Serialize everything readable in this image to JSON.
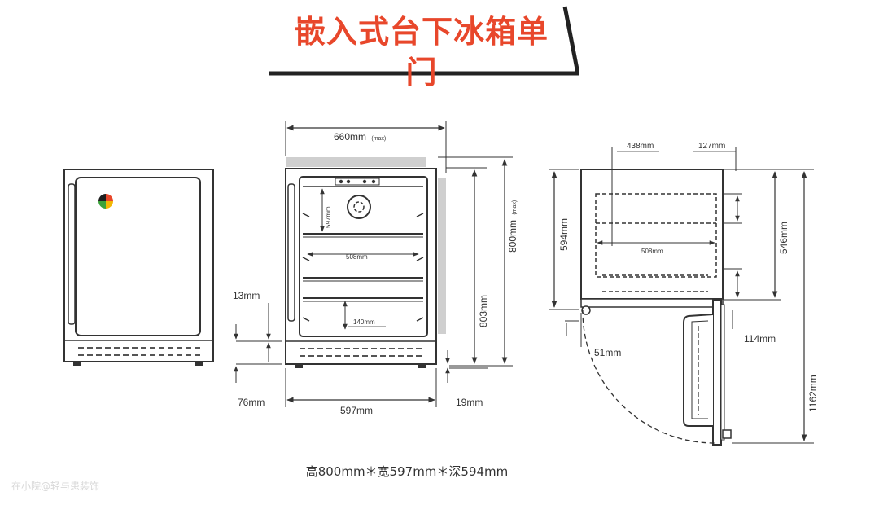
{
  "title": "嵌入式台下冰箱单门",
  "colors": {
    "title_red": "#e8472b",
    "line": "#333333",
    "panel_gray": "#cfcfcf",
    "logo": [
      "#e8472b",
      "#f2b705",
      "#3aa23a",
      "#1e1e1e"
    ]
  },
  "middle_view": {
    "width_max": "660mm",
    "width_max_note": "(max)",
    "height_max": "800mm",
    "height_max_note": "(max)",
    "height": "803mm",
    "interior_height": "597mm",
    "shelf_width": "508mm",
    "shelf_gap": "140mm",
    "width": "597mm",
    "toe_kick": "13mm",
    "base_height": "76mm",
    "foot_height": "19mm"
  },
  "side_view": {
    "top_depth": "438mm",
    "top_clearance": "127mm",
    "cabinet_height": "594mm",
    "inner_height": "546mm",
    "inner_width": "508mm",
    "door_offset": "114mm",
    "handle_offset": "51mm",
    "door_swing": "1162mm"
  },
  "caption": "高800mm＊宽597mm＊深594mm",
  "watermark": "在小院@轻与患装饰"
}
